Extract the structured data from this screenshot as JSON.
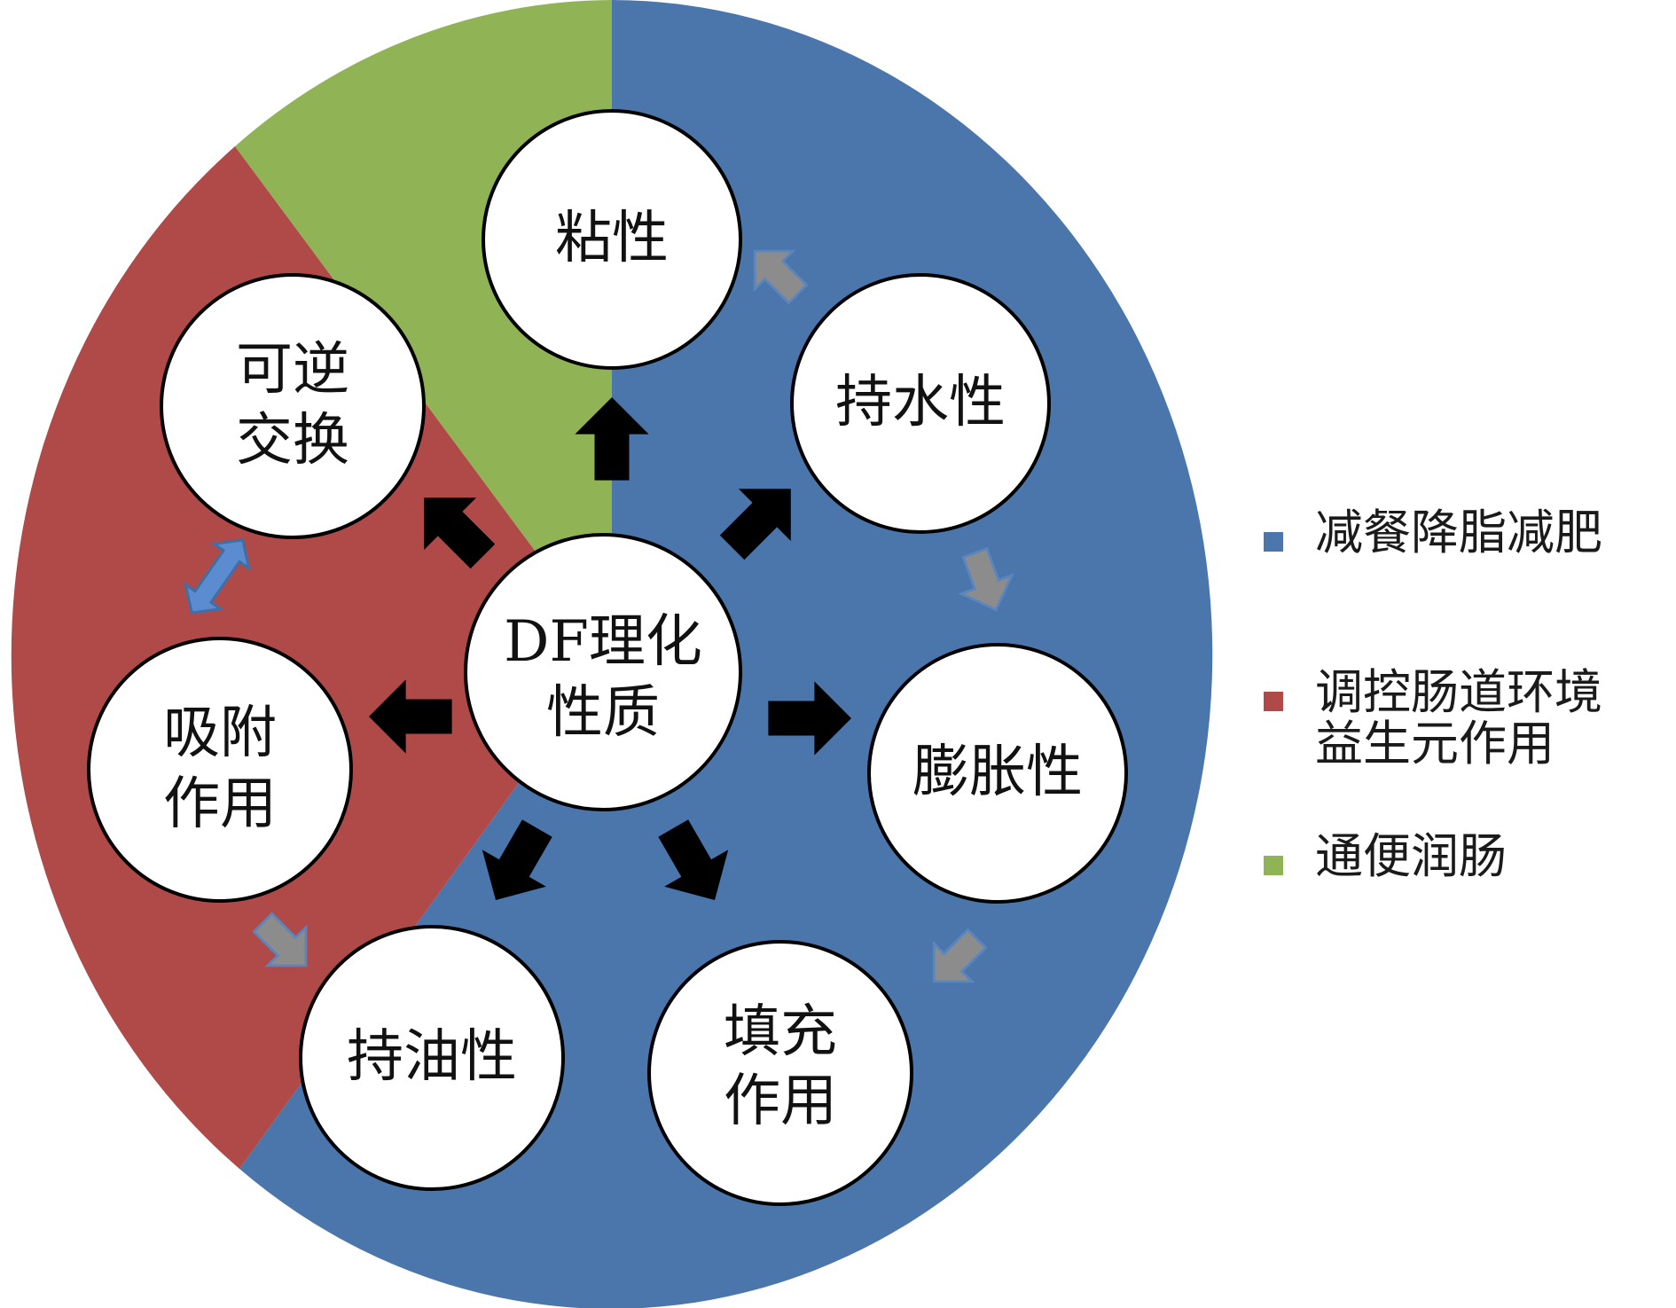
{
  "center": {
    "line1": "DF理化",
    "line2": "性质"
  },
  "properties": [
    {
      "id": "viscosity",
      "line1": "粘性",
      "line2": ""
    },
    {
      "id": "water_holding",
      "line1": "持水性",
      "line2": ""
    },
    {
      "id": "swelling",
      "line1": "膨胀性",
      "line2": ""
    },
    {
      "id": "filling",
      "line1": "填充",
      "line2": "作用"
    },
    {
      "id": "oil_holding",
      "line1": "持油性",
      "line2": ""
    },
    {
      "id": "adsorption",
      "line1": "吸附",
      "line2": "作用"
    },
    {
      "id": "ion_exchange",
      "line1": "可逆",
      "line2": "交换"
    }
  ],
  "legend": [
    {
      "label": "减餐降脂减肥",
      "color": "#4a76ac"
    },
    {
      "label": "调控肠道环境\n益生元作用",
      "color": "#b04a48"
    },
    {
      "label": "通便润肠",
      "color": "#90b455"
    }
  ],
  "colors": {
    "segment_blue": "#4a76ac",
    "segment_red": "#b04a48",
    "segment_green": "#90b455",
    "arrow_black": "#000000",
    "arrow_gray": "#8c8c8c",
    "arrow_gray_outline": "#5b86bd",
    "arrow_blue_double": "#5a8ccf"
  },
  "icons": {
    "center_arrows": "black-block-arrow-icon",
    "sequence_arrows": "gray-block-arrow-icon",
    "double_arrow": "blue-double-arrow-icon"
  }
}
